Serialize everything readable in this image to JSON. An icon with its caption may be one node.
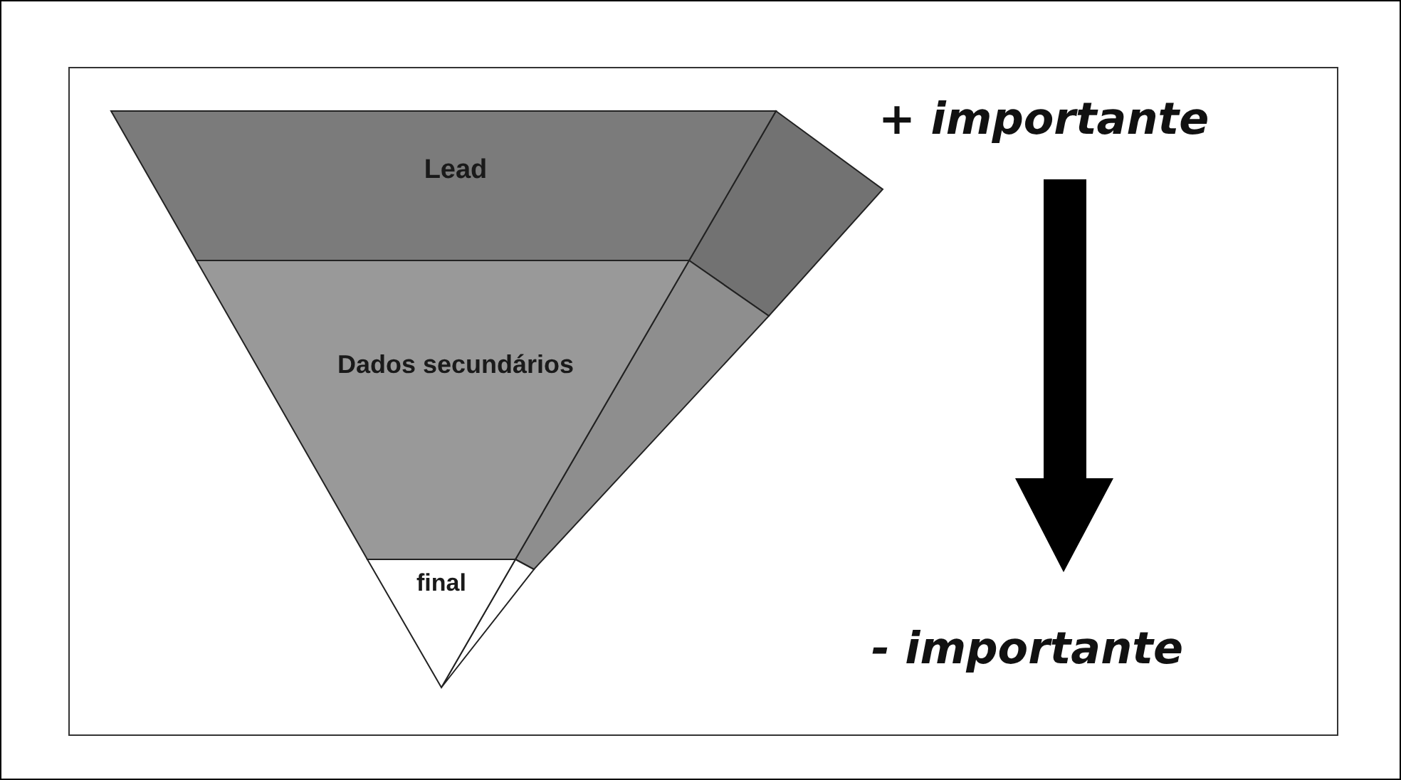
{
  "diagram": {
    "nodes": [
      {
        "text": [
          "Lead"
        ]
      },
      {
        "text": [
          "Dados secundários"
        ]
      },
      {
        "text": [
          "final"
        ]
      }
    ],
    "labels": [
      "+ importante",
      "- importante"
    ]
  }
}
